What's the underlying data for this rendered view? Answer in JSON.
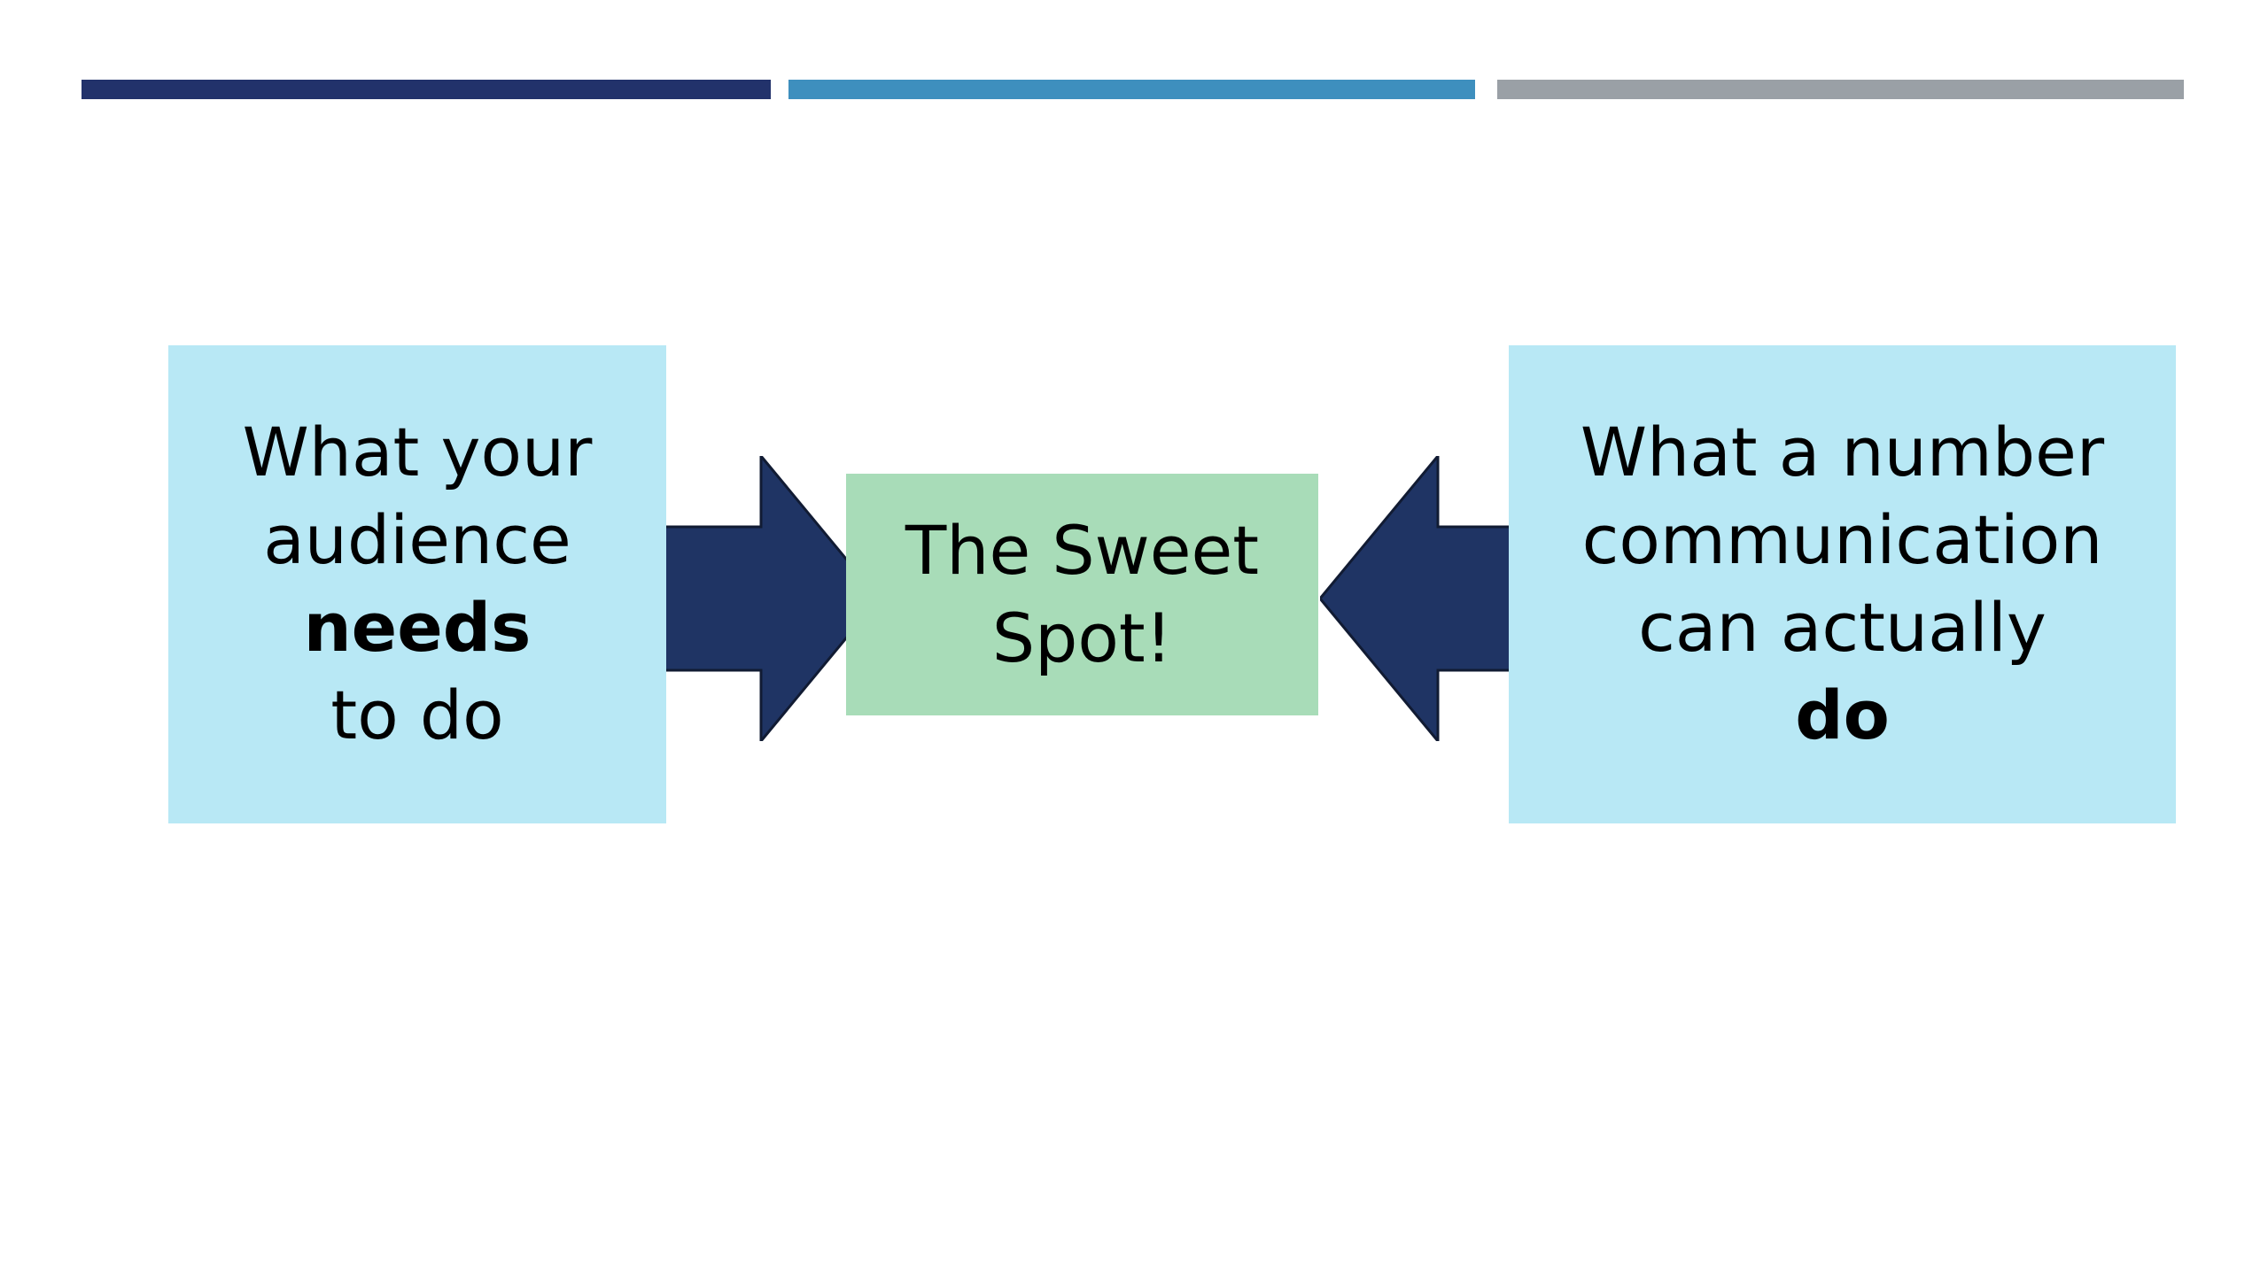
{
  "slide": {
    "background_color": "#ffffff",
    "top_rules": [
      {
        "name": "navy-rule",
        "color": "#22326B"
      },
      {
        "name": "blue-rule",
        "color": "#3E8FBE"
      },
      {
        "name": "gray-rule",
        "color": "#9AA0A6"
      }
    ]
  },
  "diagram": {
    "left_box": {
      "fill": "#B8E8F5",
      "lines": [
        {
          "text": "What your",
          "bold": false
        },
        {
          "text": "audience",
          "bold": false
        },
        {
          "text": "needs",
          "bold": true
        },
        {
          "text": "to do",
          "bold": false
        }
      ]
    },
    "center_box": {
      "fill": "#A8DCB8",
      "lines": [
        {
          "text": "The Sweet",
          "bold": false
        },
        {
          "text": "Spot!",
          "bold": false
        }
      ]
    },
    "right_box": {
      "fill": "#B8E8F5",
      "lines": [
        {
          "text": "What a number",
          "bold": false
        },
        {
          "text": "communication",
          "bold": false
        },
        {
          "text": "can actually",
          "bold": false
        },
        {
          "text": "do",
          "bold": true
        }
      ]
    },
    "arrows": [
      {
        "name": "arrow-left-to-center",
        "direction": "right",
        "fill": "#1F3464",
        "stroke": "#111B33"
      },
      {
        "name": "arrow-right-to-center",
        "direction": "left",
        "fill": "#1F3464",
        "stroke": "#111B33"
      }
    ]
  }
}
